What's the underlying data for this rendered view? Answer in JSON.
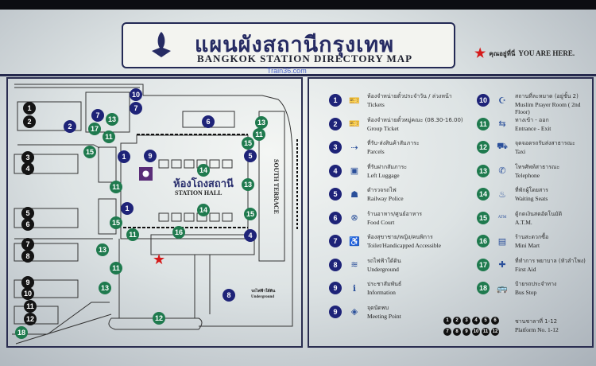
{
  "header": {
    "title_th": "แผนผังสถานีกรุงเทพ",
    "title_en": "BANGKOK STATION DIRECTORY MAP",
    "watermark": "Train36.com",
    "you_are_here_th": "คุณอยู่ที่นี่",
    "you_are_here_en": "YOU ARE HERE."
  },
  "colors": {
    "navy": "#262b63",
    "blue_marker": "#1e2378",
    "green_marker": "#1f7a4e",
    "black_marker": "#141414",
    "star": "#d51a1a"
  },
  "map": {
    "station_hall_th": "ห้องโถงสถานี",
    "station_hall_en": "STATION HALL",
    "south_terrace": "SOUTH TERRACE",
    "underground_th": "รถไฟฟ้าใต้ดิน",
    "underground_en": "Underground",
    "markers": [
      {
        "label": "1",
        "type": "black"
      },
      {
        "label": "2",
        "type": "black"
      },
      {
        "label": "3",
        "type": "black"
      },
      {
        "label": "4",
        "type": "black"
      },
      {
        "label": "5",
        "type": "black"
      },
      {
        "label": "6",
        "type": "black"
      },
      {
        "label": "7",
        "type": "black"
      },
      {
        "label": "8",
        "type": "black"
      },
      {
        "label": "9",
        "type": "black"
      },
      {
        "label": "10",
        "type": "black"
      },
      {
        "label": "11",
        "type": "black"
      },
      {
        "label": "12",
        "type": "black"
      },
      {
        "label": "18",
        "type": "green"
      },
      {
        "label": "10",
        "type": "blue"
      },
      {
        "label": "7",
        "type": "blue"
      },
      {
        "label": "7",
        "type": "blue"
      },
      {
        "label": "2",
        "type": "blue"
      },
      {
        "label": "6",
        "type": "blue"
      },
      {
        "label": "1",
        "type": "blue"
      },
      {
        "label": "9",
        "type": "blue"
      },
      {
        "label": "5",
        "type": "blue"
      },
      {
        "label": "1",
        "type": "blue"
      },
      {
        "label": "4",
        "type": "blue"
      },
      {
        "label": "8",
        "type": "blue"
      },
      {
        "label": "13",
        "type": "green"
      },
      {
        "label": "17",
        "type": "green"
      },
      {
        "label": "11",
        "type": "green"
      },
      {
        "label": "15",
        "type": "green"
      },
      {
        "label": "13",
        "type": "green"
      },
      {
        "label": "11",
        "type": "green"
      },
      {
        "label": "15",
        "type": "green"
      },
      {
        "label": "14",
        "type": "green"
      },
      {
        "label": "11",
        "type": "green"
      },
      {
        "label": "13",
        "type": "green"
      },
      {
        "label": "14",
        "type": "green"
      },
      {
        "label": "15",
        "type": "green"
      },
      {
        "label": "15",
        "type": "green"
      },
      {
        "label": "11",
        "type": "green"
      },
      {
        "label": "16",
        "type": "green"
      },
      {
        "label": "13",
        "type": "green"
      },
      {
        "label": "11",
        "type": "green"
      },
      {
        "label": "13",
        "type": "green"
      },
      {
        "label": "12",
        "type": "green"
      }
    ]
  },
  "legend": [
    {
      "num": "1",
      "type": "blue",
      "icon": "ticket-icon",
      "th": "ห้องจำหน่ายตั๋วประจำวัน / ล่วงหน้า",
      "en": "Tickets"
    },
    {
      "num": "2",
      "type": "blue",
      "icon": "group-ticket-icon",
      "th": "ห้องจำหน่ายตั๋วหมู่คณะ (08.30-16.00)",
      "en": "Group Ticket"
    },
    {
      "num": "3",
      "type": "blue",
      "icon": "parcels-icon",
      "th": "ที่รับ-ส่งสินค้าสัมภาระ",
      "en": "Parcels"
    },
    {
      "num": "4",
      "type": "blue",
      "icon": "luggage-icon",
      "th": "ที่รับฝากสัมภาระ",
      "en": "Left Luggage"
    },
    {
      "num": "5",
      "type": "blue",
      "icon": "police-icon",
      "th": "ตำรวจรถไฟ",
      "en": "Railway Police"
    },
    {
      "num": "6",
      "type": "blue",
      "icon": "food-court-icon",
      "th": "ร้านอาหาร/ศูนย์อาหาร",
      "en": "Food Court"
    },
    {
      "num": "7",
      "type": "blue",
      "icon": "toilet-icon",
      "th": "ห้องสุขาชาย/หญิง/คนพิการ",
      "en": "Toilet/Handicapped Accessible"
    },
    {
      "num": "8",
      "type": "blue",
      "icon": "underground-icon",
      "th": "รถไฟฟ้าใต้ดิน",
      "en": "Underground"
    },
    {
      "num": "9",
      "type": "blue",
      "icon": "information-icon",
      "th": "ประชาสัมพันธ์",
      "en": "Information"
    },
    {
      "num": "9",
      "type": "blue",
      "icon": "meeting-point-icon",
      "th": "จุดนัดพบ",
      "en": "Meeting Point"
    },
    {
      "num": "10",
      "type": "blue",
      "icon": "prayer-room-icon",
      "th": "สถานที่ละหมาด (อยู่ชั้น 2)",
      "en": "Muslim Prayer Room ( 2nd Floor)"
    },
    {
      "num": "11",
      "type": "green",
      "icon": "entrance-exit-icon",
      "th": "ทางเข้า - ออก",
      "en": "Entrance - Exit"
    },
    {
      "num": "12",
      "type": "green",
      "icon": "taxi-icon",
      "th": "จุดจอดรถรับส่งสาธารณะ",
      "en": "Taxi"
    },
    {
      "num": "13",
      "type": "green",
      "icon": "telephone-icon",
      "th": "โทรศัพท์สาธารณะ",
      "en": "Telephone"
    },
    {
      "num": "14",
      "type": "green",
      "icon": "waiting-seats-icon",
      "th": "ที่พักผู้โดยสาร",
      "en": "Waiting Seats"
    },
    {
      "num": "15",
      "type": "green",
      "icon": "atm-icon",
      "th": "ตู้กดเงินสดอัตโนมัติ",
      "en": "A.T.M."
    },
    {
      "num": "16",
      "type": "green",
      "icon": "mini-mart-icon",
      "th": "ร้านสะดวกซื้อ",
      "en": "Mini Mart"
    },
    {
      "num": "17",
      "type": "green",
      "icon": "first-aid-icon",
      "th": "ที่ทำการ พยาบาล (หัวลำโพง)",
      "en": "First Aid"
    },
    {
      "num": "18",
      "type": "green",
      "icon": "bus-stop-icon",
      "th": "ป้ายรถประจำทาง",
      "en": "Bus Stop"
    }
  ],
  "platforms": {
    "numbers": [
      "1",
      "2",
      "3",
      "4",
      "5",
      "6",
      "7",
      "8",
      "9",
      "10",
      "11",
      "12"
    ],
    "th": "ชานชาลาที่  1-12",
    "en": "Platform No. 1-12"
  }
}
